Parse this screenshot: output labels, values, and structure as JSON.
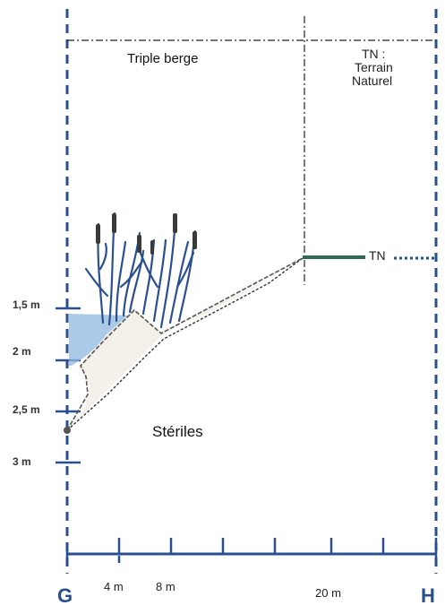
{
  "zones": {
    "top_label": "Triple berge",
    "tn_box": [
      "TN :",
      "Terrain",
      "Naturel"
    ],
    "tn_marker": "TN",
    "fill_label": "Stériles"
  },
  "depth_scale": [
    "1,5 m",
    "2 m",
    "2,5 m",
    "3 m"
  ],
  "distance_scale": [
    "4 m",
    "8 m",
    "20 m"
  ],
  "points": {
    "left": "G",
    "right": "H"
  },
  "colors": {
    "frame_blue": "#2a4f8f",
    "water_blue": "#7aa9d6",
    "reed_blue": "#2b4f92",
    "reed_dark": "#3a3a3a",
    "tn_green": "#2f6b55"
  }
}
